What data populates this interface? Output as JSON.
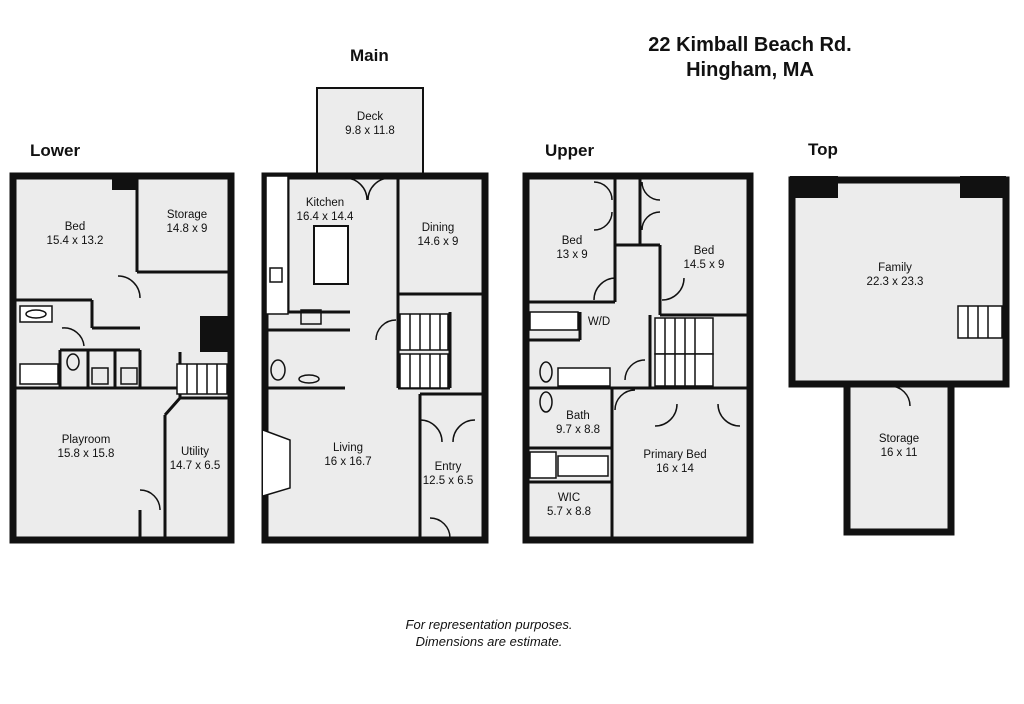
{
  "address": {
    "line1": "22 Kimball Beach Rd.",
    "line2": "Hingham, MA"
  },
  "floors": {
    "lower": {
      "label": "Lower",
      "rooms": [
        {
          "id": "bed",
          "name": "Bed",
          "size": "15.4 x 13.2"
        },
        {
          "id": "storage",
          "name": "Storage",
          "size": "14.8 x 9"
        },
        {
          "id": "playroom",
          "name": "Playroom",
          "size": "15.8 x 15.8"
        },
        {
          "id": "utility",
          "name": "Utility",
          "size": "14.7 x 6.5"
        }
      ]
    },
    "main": {
      "label": "Main",
      "rooms": [
        {
          "id": "deck",
          "name": "Deck",
          "size": "9.8 x 11.8"
        },
        {
          "id": "kitchen",
          "name": "Kitchen",
          "size": "16.4 x 14.4"
        },
        {
          "id": "dining",
          "name": "Dining",
          "size": "14.6 x 9"
        },
        {
          "id": "living",
          "name": "Living",
          "size": "16 x 16.7"
        },
        {
          "id": "entry",
          "name": "Entry",
          "size": "12.5 x 6.5"
        }
      ]
    },
    "upper": {
      "label": "Upper",
      "rooms": [
        {
          "id": "bed1",
          "name": "Bed",
          "size": "13 x 9"
        },
        {
          "id": "bed2",
          "name": "Bed",
          "size": "14.5 x 9"
        },
        {
          "id": "wd",
          "name": "W/D",
          "size": ""
        },
        {
          "id": "bath",
          "name": "Bath",
          "size": "9.7 x 8.8"
        },
        {
          "id": "primary",
          "name": "Primary Bed",
          "size": "16 x 14"
        },
        {
          "id": "wic",
          "name": "WIC",
          "size": "5.7 x 8.8"
        }
      ]
    },
    "top": {
      "label": "Top",
      "rooms": [
        {
          "id": "family",
          "name": "Family",
          "size": "22.3 x 23.3"
        },
        {
          "id": "storage",
          "name": "Storage",
          "size": "16 x 11"
        }
      ]
    }
  },
  "note": {
    "line1": "For representation purposes.",
    "line2": "Dimensions are estimate."
  }
}
